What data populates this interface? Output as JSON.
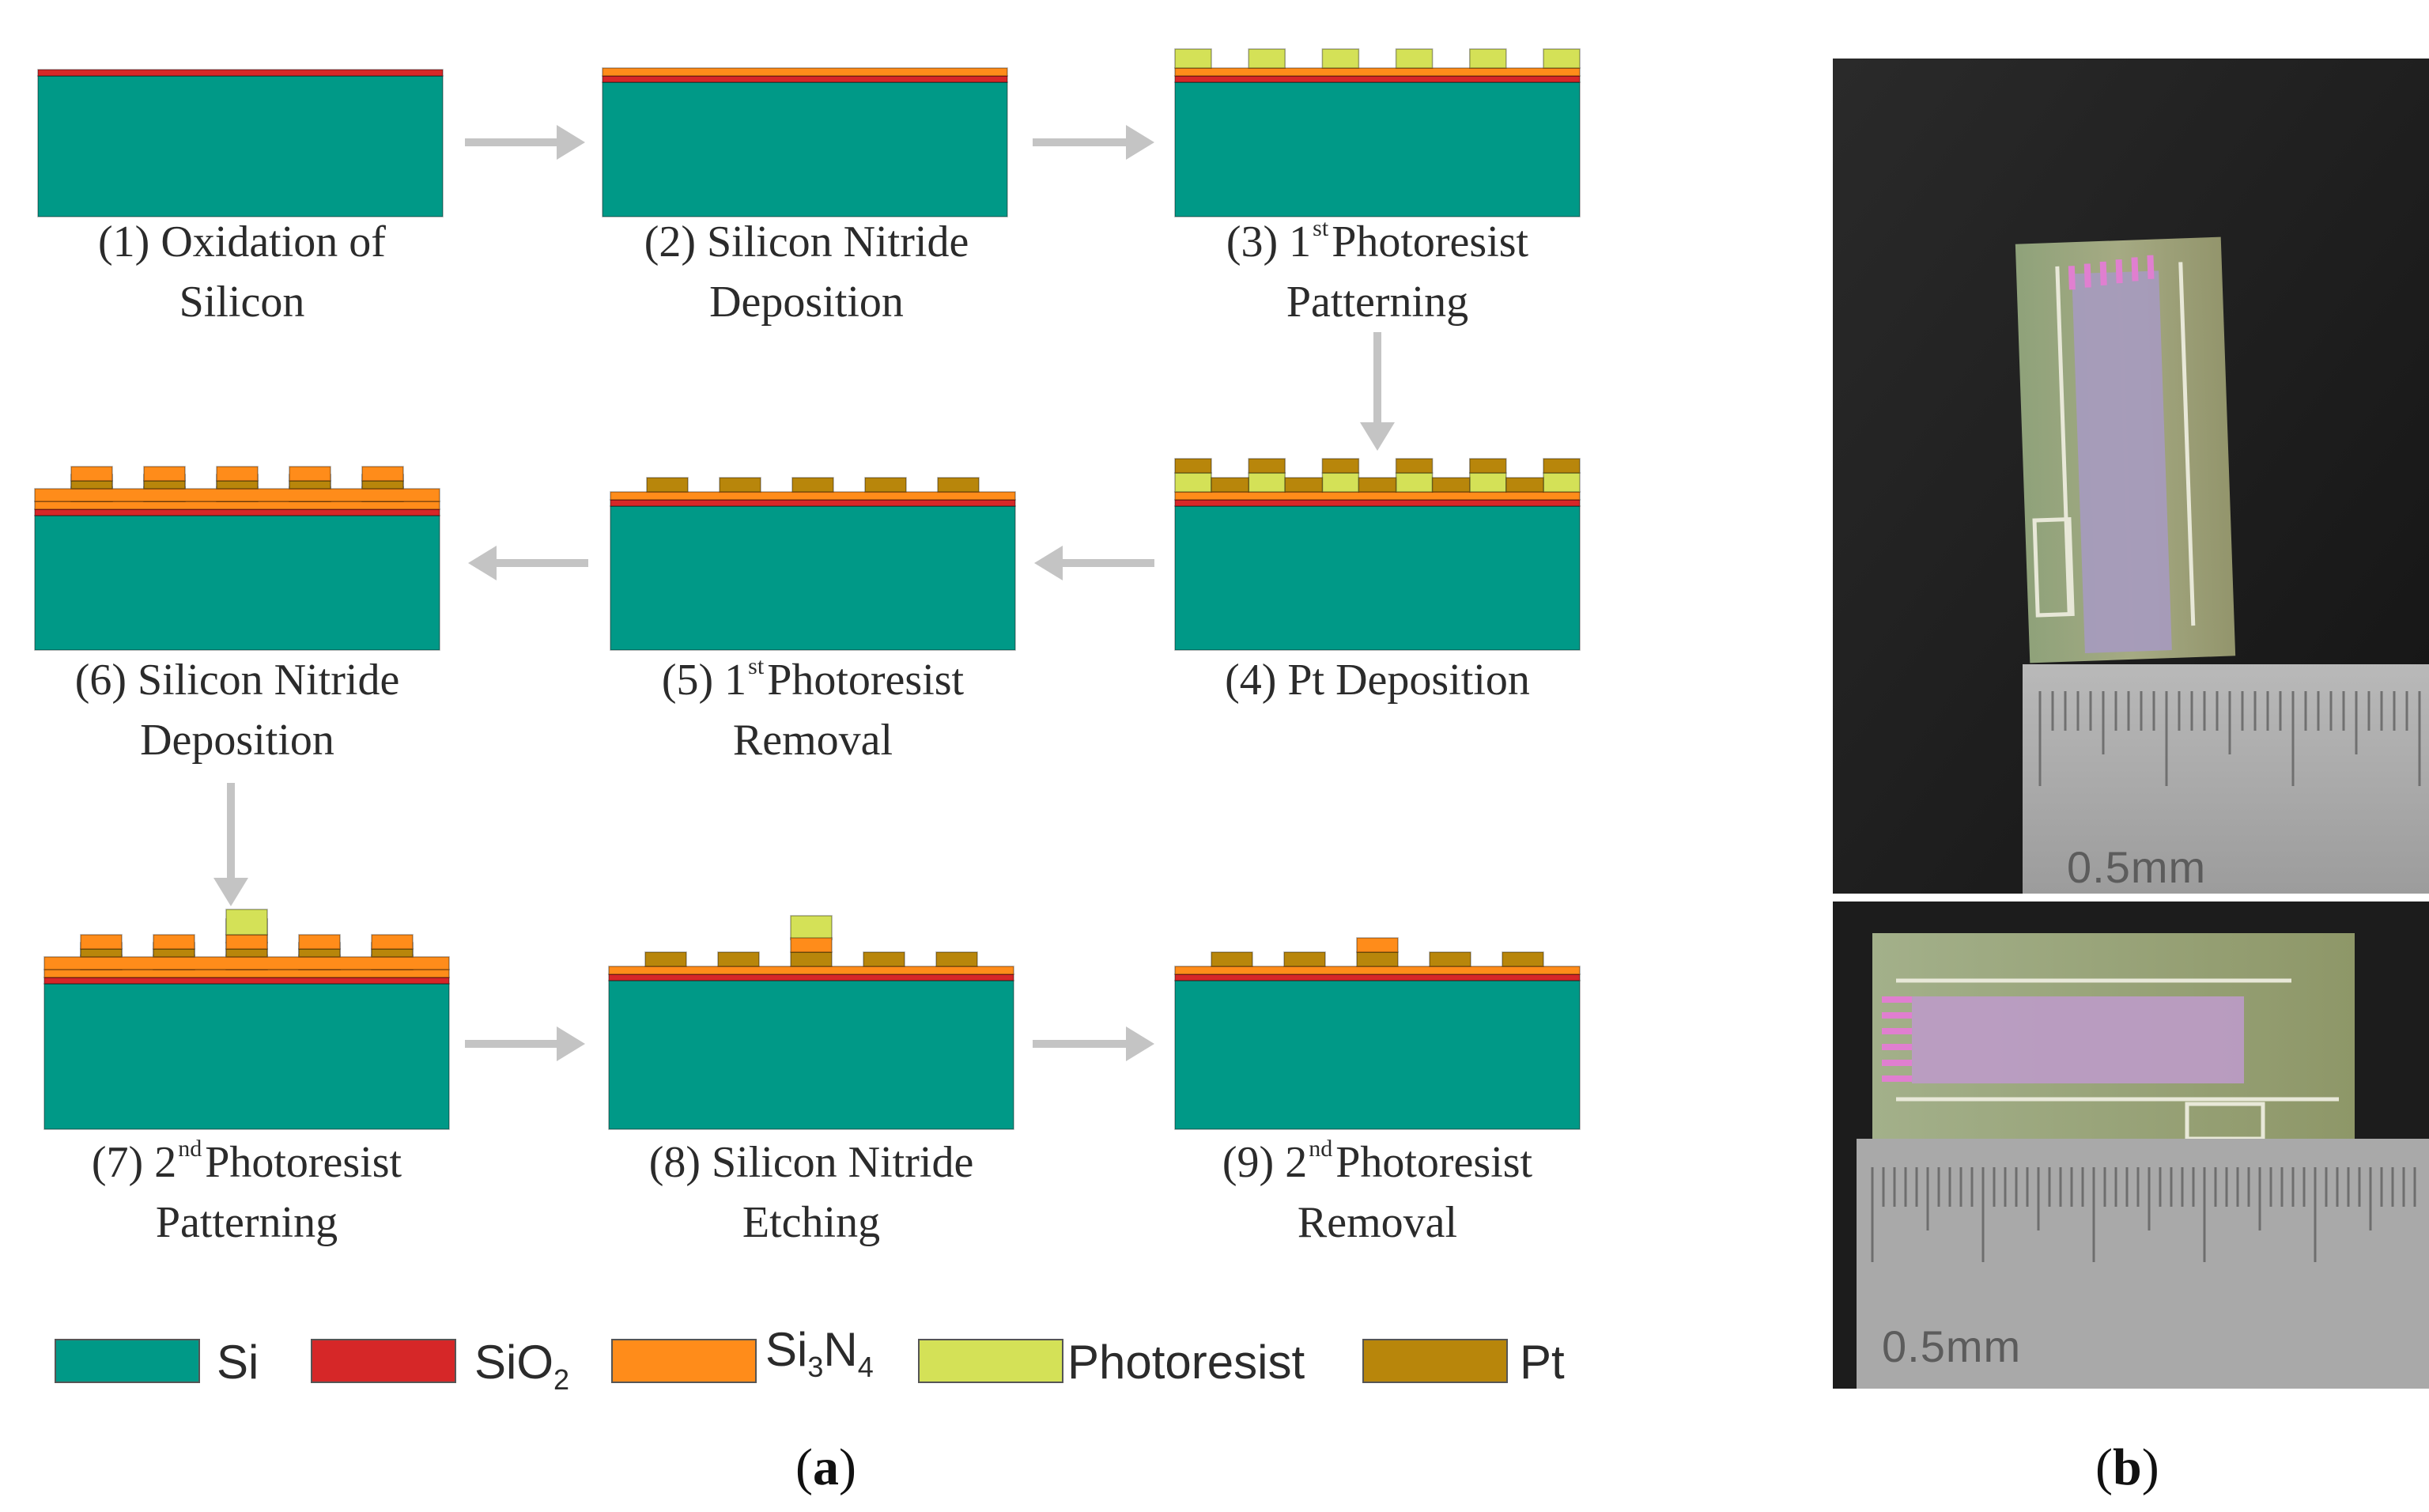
{
  "colors": {
    "silicon": "#009987",
    "sio2": "#d62728",
    "si3n4": "#ff8c1a",
    "photoresist": "#d4e157",
    "pt": "#b8860b",
    "arrow": "#c4c4c4"
  },
  "steps": [
    {
      "num": "(1)",
      "line1_rest": "Oxidation of",
      "line2": "Silicon"
    },
    {
      "num": "(2)",
      "line1_rest": "Silicon Nitride",
      "line2": "Deposition"
    },
    {
      "num": "(3) 1",
      "sup": "st",
      "line1_rest": "Photoresist",
      "line2": "Patterning"
    },
    {
      "num": "(4)",
      "line1_rest": "Pt Deposition",
      "line2": ""
    },
    {
      "num": "(5) 1",
      "sup": "st",
      "line1_rest": "Photoresist",
      "line2": "Removal"
    },
    {
      "num": "(6)",
      "line1_rest": "Silicon Nitride",
      "line2": "Deposition"
    },
    {
      "num": "(7) 2",
      "sup": "nd",
      "line1_rest": "Photoresist",
      "line2": "Patterning"
    },
    {
      "num": "(8)",
      "line1_rest": "Silicon Nitride",
      "line2": "Etching"
    },
    {
      "num": "(9) 2",
      "sup": "nd",
      "line1_rest": "Photoresist",
      "line2": "Removal"
    }
  ],
  "legend": {
    "si": "Si",
    "sio2_base": "SiO",
    "sio2_sub": "2",
    "si3n4_a": "Si",
    "si3n4_sub1": "3",
    "si3n4_b": "N",
    "si3n4_sub2": "4",
    "photoresist": "Photoresist",
    "pt": "Pt"
  },
  "panels": {
    "a": "a",
    "b": "b"
  },
  "photo": {
    "scale_text_top": "0.5mm",
    "scale_text_bottom": "0.5mm"
  }
}
